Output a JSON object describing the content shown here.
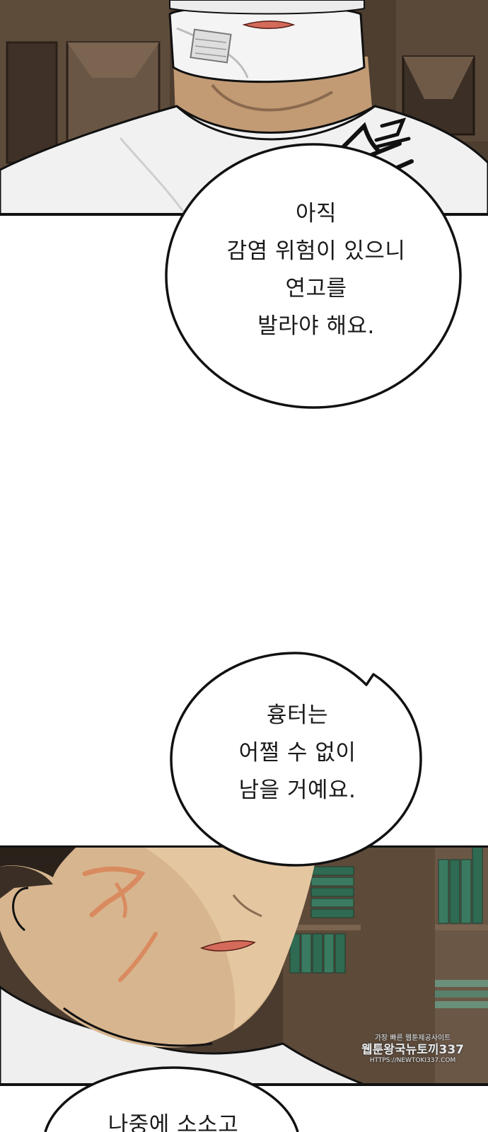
{
  "bubbles": {
    "first": {
      "lines": [
        "아직",
        "감염 위험이 있으니",
        "연고를",
        "발라야 해요."
      ]
    },
    "second": {
      "lines": [
        "흉터는",
        "어쩔 수 없이",
        "남을 거예요."
      ]
    },
    "third": {
      "lines": [
        "나중에 소소고"
      ]
    }
  },
  "sound_effect": "스륵",
  "watermark": {
    "line1": "가장 빠른 웹툰제공사이트",
    "line2": "웹툰왕국뉴토끼337",
    "line3": "HTTPS://NEWTOKI337.COM"
  },
  "colors": {
    "panel_dark": "#5b4a3a",
    "skin_shadow": "#c9a47e",
    "skin_light": "#e6c9a3",
    "shirt": "#f2f2f2",
    "wound": "#d98b5f",
    "lips": "#d46a5a",
    "books_green": "#2f6a52"
  }
}
